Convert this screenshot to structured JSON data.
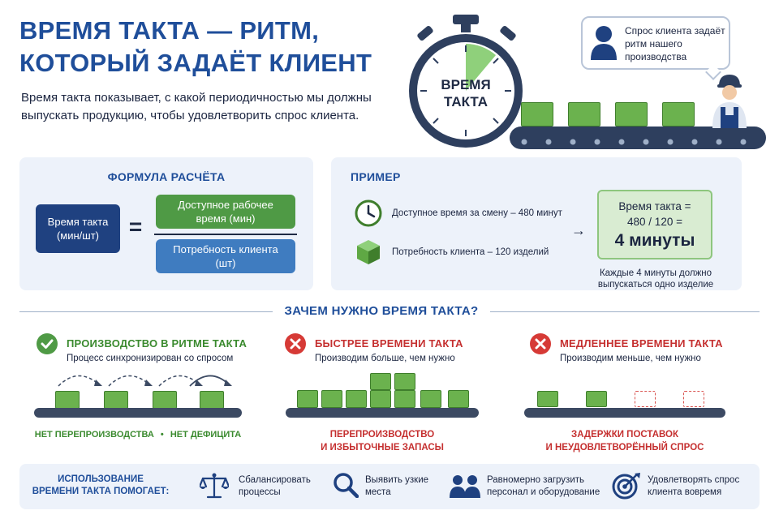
{
  "header": {
    "title": "ВРЕМЯ ТАКТА — РИТМ, КОТОРЫЙ ЗАДАЁТ КЛИЕНТ",
    "subtitle": "Время такта показывает, с какой периодичностью мы должны выпускать продукцию, чтобы удовлетворить спрос клиента."
  },
  "stopwatch": {
    "label_line1": "ВРЕМЯ",
    "label_line2": "ТАКТА"
  },
  "bubble": {
    "text": "Спрос клиента задаёт ритм нашего производства"
  },
  "formula": {
    "title": "ФОРМУЛА РАСЧЁТА",
    "left_box": "Время такта (мин/шт)",
    "equals": "=",
    "numerator": "Доступное рабочее время (мин)",
    "denominator": "Потребность клиента (шт)"
  },
  "example": {
    "title": "ПРИМЕР",
    "item1": "Доступное время за смену – 480 минут",
    "item2": "Потребность клиента – 120 изделий",
    "arrow": "→",
    "result_line1": "Время такта =",
    "result_line2": "480 / 120 =",
    "result_value": "4 минуты",
    "note": "Каждые 4 минуты должно выпускаться одно изделие"
  },
  "why": {
    "title": "ЗАЧЕМ НУЖНО ВРЕМЯ ТАКТА?",
    "columns": [
      {
        "title": "ПРОИЗВОДСТВО В РИТМЕ ТАКТА",
        "subtitle": "Процесс синхронизирован со спросом",
        "caption_a": "НЕТ ПЕРЕПРОИЗВОДСТВА",
        "caption_sep": "•",
        "caption_b": "НЕТ ДЕФИЦИТА"
      },
      {
        "title": "БЫСТРЕЕ ВРЕМЕНИ ТАКТА",
        "subtitle": "Производим больше, чем нужно",
        "caption_line1": "ПЕРЕПРОИЗВОДСТВО",
        "caption_line2": "И ИЗБЫТОЧНЫЕ ЗАПАСЫ"
      },
      {
        "title": "МЕДЛЕННЕЕ ВРЕМЕНИ ТАКТА",
        "subtitle": "Производим меньше, чем нужно",
        "caption_line1": "ЗАДЕРЖКИ ПОСТАВОК",
        "caption_line2": "И НЕУДОВЛЕТВОРЁННЫЙ СПРОС"
      }
    ]
  },
  "bottom": {
    "title_line1": "ИСПОЛЬЗОВАНИЕ",
    "title_line2": "ВРЕМЕНИ ТАКТА ПОМОГАЕТ:",
    "items": [
      {
        "icon": "scales-icon",
        "line1": "Сбалансировать",
        "line2": "процессы"
      },
      {
        "icon": "magnifier-icon",
        "line1": "Выявить узкие",
        "line2": "места"
      },
      {
        "icon": "people-icon",
        "line1": "Равномерно загрузить",
        "line2": "персонал и оборудование"
      },
      {
        "icon": "target-icon",
        "line1": "Удовлетворять спрос",
        "line2": "клиента вовремя"
      }
    ]
  },
  "colors": {
    "brand_blue": "#1f4e9a",
    "navy": "#1f4180",
    "green": "#4f9a45",
    "blue": "#3f7cc0",
    "red": "#c53030"
  }
}
